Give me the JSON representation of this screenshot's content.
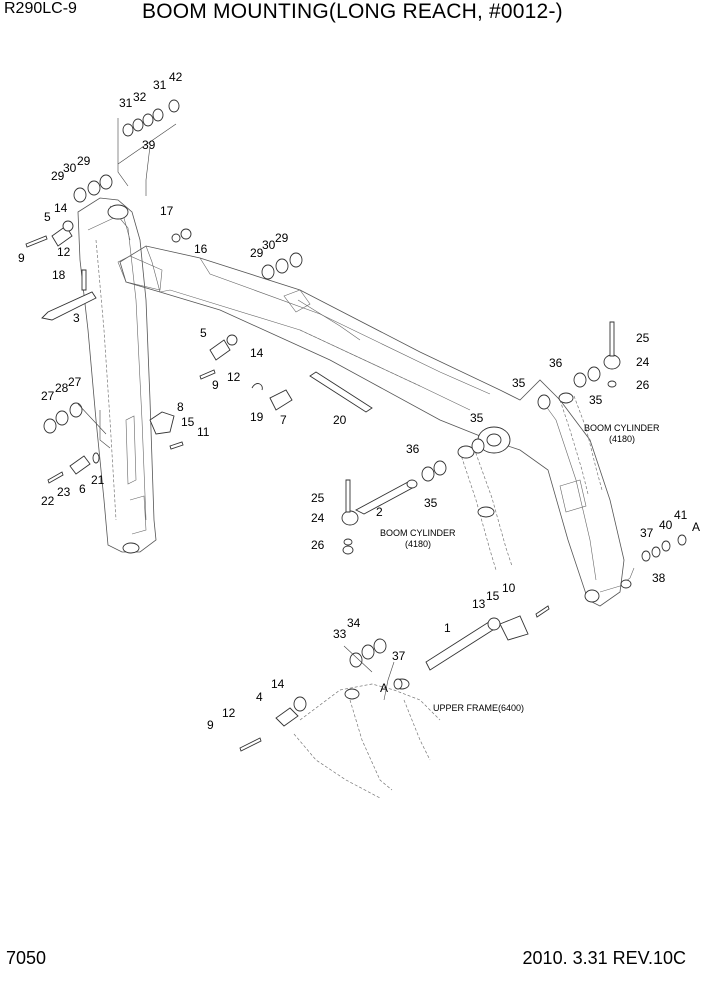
{
  "header": {
    "model": "R290LC-9",
    "title": "BOOM MOUNTING(LONG REACH, #0012-)"
  },
  "footer": {
    "page_number": "7050",
    "revision": "2010. 3.31  REV.10C"
  },
  "notes": {
    "boom_cylinder_right_line1": "BOOM CYLINDER",
    "boom_cylinder_right_line2": "(4180)",
    "boom_cylinder_center_line1": "BOOM CYLINDER",
    "boom_cylinder_center_line2": "(4180)",
    "upper_frame": "UPPER FRAME(6400)",
    "ref_a_right": "A",
    "ref_a_lower": "A"
  },
  "callouts": [
    "31",
    "32",
    "31",
    "42",
    "39",
    "29",
    "30",
    "29",
    "5",
    "14",
    "9",
    "12",
    "18",
    "3",
    "17",
    "16",
    "29",
    "30",
    "29",
    "5",
    "14",
    "9",
    "12",
    "19",
    "7",
    "20",
    "27",
    "28",
    "27",
    "8",
    "15",
    "11",
    "22",
    "23",
    "6",
    "21",
    "25",
    "24",
    "36",
    "26",
    "35",
    "35",
    "35",
    "36",
    "35",
    "25",
    "2",
    "24",
    "26",
    "37",
    "40",
    "41",
    "38",
    "10",
    "15",
    "13",
    "1",
    "34",
    "33",
    "37",
    "14",
    "4",
    "12",
    "9"
  ]
}
